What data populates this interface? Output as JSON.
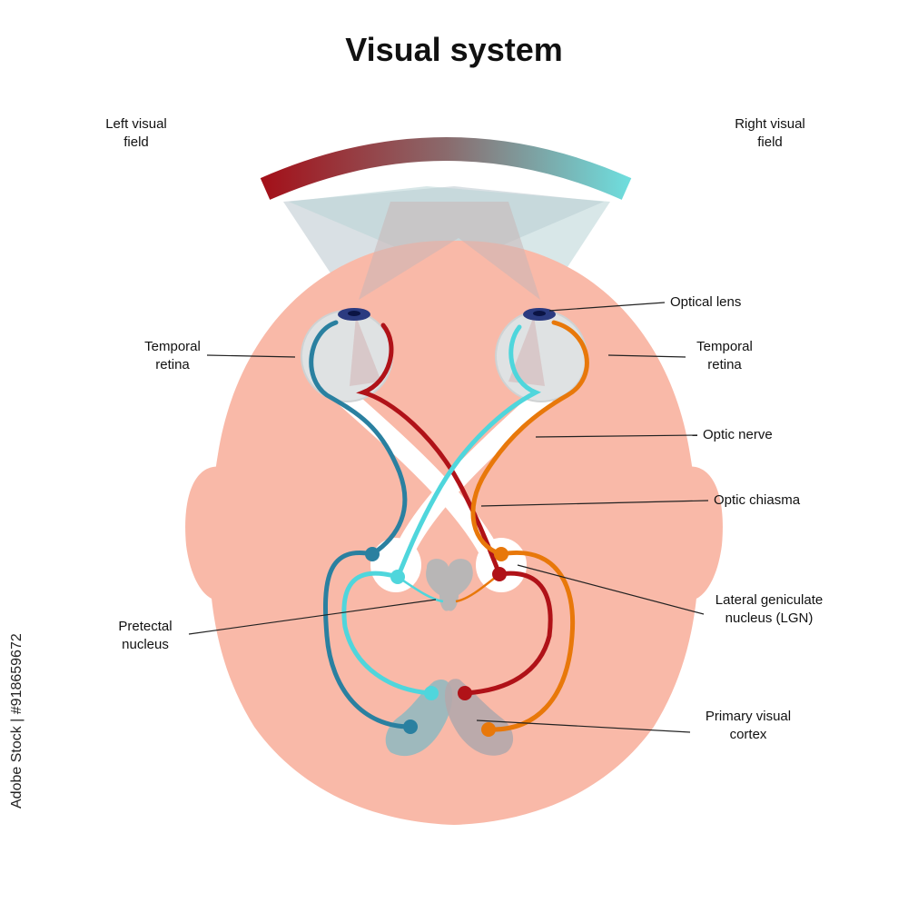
{
  "title": "Visual system",
  "labels": {
    "left_field": [
      "Left visual",
      "field"
    ],
    "right_field": [
      "Right visual",
      "field"
    ],
    "optical_lens": [
      "Optical lens"
    ],
    "temporal_retina_left": [
      "Temporal",
      "retina"
    ],
    "temporal_retina_right": [
      "Temporal",
      "retina"
    ],
    "optic_nerve": [
      "Optic nerve"
    ],
    "optic_chiasma": [
      "Optic chiasma"
    ],
    "lgn": [
      "Lateral geniculate",
      "nucleus (LGN)"
    ],
    "pretectal": [
      "Pretectal",
      "nucleus"
    ],
    "visual_cortex": [
      "Primary visual",
      "cortex"
    ]
  },
  "credit": "Adobe Stock | #918659672",
  "colors": {
    "skin": "#f9b9a8",
    "dark_red": "#b01218",
    "orange": "#e8780a",
    "teal_dark": "#2a80a0",
    "cyan": "#4fd6dc",
    "field_gradient": [
      "#a3111a",
      "#6fdcdc"
    ]
  }
}
